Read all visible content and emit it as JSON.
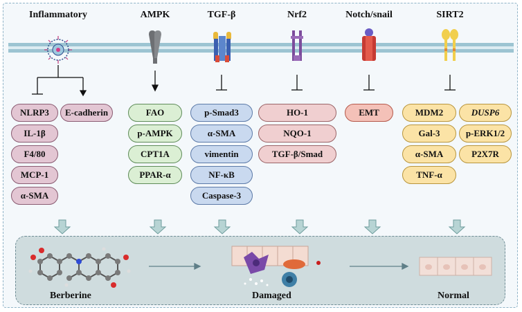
{
  "columns": [
    {
      "title": "Inflammatory"
    },
    {
      "title": "AMPK"
    },
    {
      "title": "TGF-β"
    },
    {
      "title": "Nrf2"
    },
    {
      "title": "Notch/snail"
    },
    {
      "title": "SIRT2"
    }
  ],
  "inflammatory": {
    "inhibited": [
      "NLRP3",
      "IL-1β",
      "F4/80",
      "MCP-1",
      "α-SMA"
    ],
    "promoted": [
      "E-cadherin"
    ]
  },
  "ampk": [
    "FAO",
    "p-AMPK",
    "CPT1A",
    "PPAR-α"
  ],
  "tgfb": [
    "p-Smad3",
    "α-SMA",
    "vimentin",
    "NF-κB",
    "Caspase-3"
  ],
  "nrf2": [
    "HO-1",
    "NQO-1",
    "TGF-β/Smad"
  ],
  "notch": [
    "EMT"
  ],
  "sirt2": {
    "left": [
      "MDM2",
      "Gal-3",
      "α-SMA",
      "TNF-α"
    ],
    "right": [
      "DUSP6",
      "p-ERK1/2",
      "P2X7R"
    ]
  },
  "bottom": {
    "berberine": "Berberine",
    "damaged": "Damaged",
    "normal": "Normal"
  },
  "colors": {
    "membrane": "#a9cbd8",
    "pink": "#e3c6d3",
    "green": "#dbefd4",
    "blue": "#c9d9ef",
    "rose": "#f0cfd0",
    "red": "#f4c1b8",
    "yellow": "#fbe3a6"
  }
}
